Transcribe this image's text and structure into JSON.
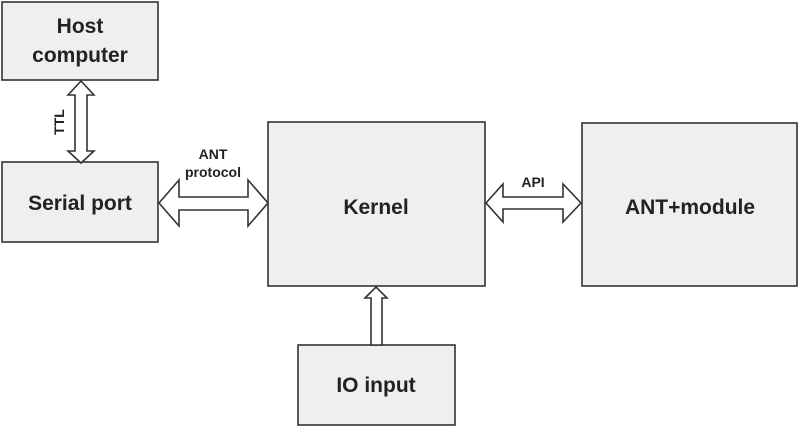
{
  "nodes": {
    "host_computer": {
      "line1": "Host",
      "line2": "computer"
    },
    "serial_port": {
      "label": "Serial port"
    },
    "kernel": {
      "label": "Kernel"
    },
    "ant_module": {
      "label": "ANT+module"
    },
    "io_input": {
      "label": "IO input"
    }
  },
  "edges": {
    "ttl": {
      "label": "TTL"
    },
    "ant_protocol": {
      "line1": "ANT",
      "line2": "protocol"
    },
    "api": {
      "label": "API"
    }
  },
  "colors": {
    "box_fill": "#efefef",
    "stroke": "#333333",
    "text": "#222222"
  }
}
